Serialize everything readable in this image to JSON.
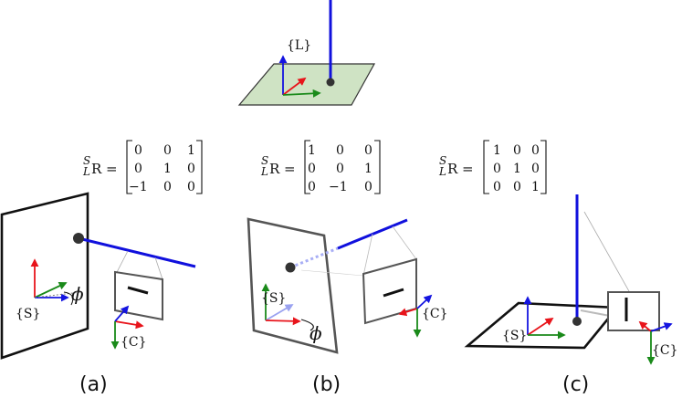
{
  "top": {
    "frame_label": "{L}"
  },
  "panels": [
    {
      "caption": "(a)",
      "matrix_label": "R =",
      "matrix_sup": "S",
      "matrix_sub": "L",
      "matrix": [
        [
          "0",
          "0",
          "1"
        ],
        [
          "0",
          "1",
          "0"
        ],
        [
          "−1",
          "0",
          "0"
        ]
      ],
      "sensor_frame": "{S}",
      "camera_frame": "{C}",
      "angle": "ϕ"
    },
    {
      "caption": "(b)",
      "matrix_label": "R =",
      "matrix_sup": "S",
      "matrix_sub": "L",
      "matrix": [
        [
          "1",
          "0",
          "0"
        ],
        [
          "0",
          "0",
          "1"
        ],
        [
          "0",
          "−1",
          "0"
        ]
      ],
      "sensor_frame": "{S}",
      "camera_frame": "{C}",
      "angle": "ϕ"
    },
    {
      "caption": "(c)",
      "matrix_label": "R =",
      "matrix_sup": "S",
      "matrix_sub": "L",
      "matrix": [
        [
          "1",
          "0",
          "0"
        ],
        [
          "0",
          "1",
          "0"
        ],
        [
          "0",
          "0",
          "1"
        ]
      ],
      "sensor_frame": "{S}",
      "camera_frame": "{C}"
    }
  ],
  "colors": {
    "x_axis": "#e8141b",
    "y_axis": "#1a8a1a",
    "z_axis": "#1414e0",
    "laser": "#1010dd",
    "plane_fill": "#cfe3c4"
  }
}
